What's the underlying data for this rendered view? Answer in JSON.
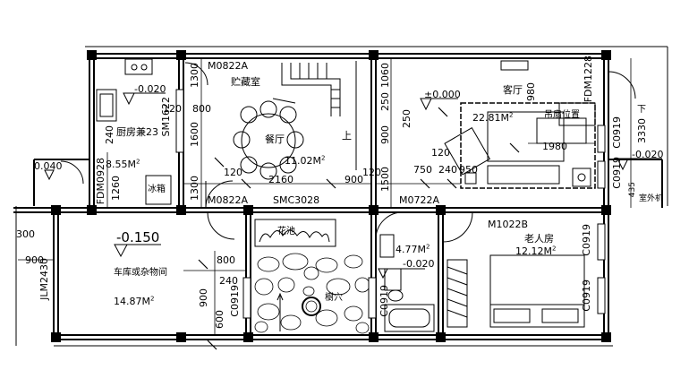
{
  "rooms": {
    "storage": "贮藏室",
    "dining": "餐厅",
    "kitchen": "厨房兼",
    "kitchen_area": "8.55M",
    "fridge": "冰箱",
    "living": "客厅",
    "living_area": "22.81M",
    "fan_position": "吊扇位置",
    "dining_area": "11.02M",
    "up": "上",
    "garage": "车库或杂物间",
    "garage_area": "14.87M",
    "flower_bed": "花池",
    "bath_area": "4.77M",
    "elder_room": "老人房",
    "elder_area": "12.12M",
    "outdoor_unit": "室外机",
    "down": "下",
    "courtyard": "樹穴",
    "m2_sup": "2"
  },
  "elevations": {
    "kitchen": "-0.020",
    "living": "±0.000",
    "east": "-0.020",
    "garage": "-0.150",
    "bath": "-0.020",
    "west": "0.040"
  },
  "codes": {
    "m0822a_top": "M0822A",
    "m0822a_mid": "M0822A",
    "smc3028": "SMC3028",
    "m0722a": "M0722A",
    "m1022b": "M1022B",
    "fdm0928": "FDM0928",
    "fdm1228": "FDM1228",
    "sm1622": "SM1622",
    "jlm2430": "JLM2430",
    "c0919_a": "C0919",
    "c0919_b": "C0919",
    "c0919_c": "C0919",
    "c0919_d": "C0919",
    "c0919_e": "C0919",
    "c0919_f": "C0919"
  },
  "dims": {
    "d1300_top": "1300",
    "d1060": "1060",
    "d250": "250",
    "d250b": "250",
    "d900_mid": "900",
    "d1500": "1500",
    "d120_a": "120",
    "d800_a": "800",
    "d1600": "1600",
    "d1300_mid": "1300",
    "d120_b": "120",
    "d2160": "2160",
    "d900_b": "900",
    "d120_c": "120",
    "d120_d": "120",
    "d750": "750",
    "d240_a": "240",
    "d950": "950",
    "d1980": "1980",
    "d980": "980",
    "d3330": "3330",
    "d240_k": "240",
    "d1260": "1260",
    "d300": "300",
    "d900_w": "900",
    "d800_g": "800",
    "d240_g": "240",
    "d900_g": "900",
    "d600": "600",
    "d435": "435",
    "d23": "23"
  }
}
